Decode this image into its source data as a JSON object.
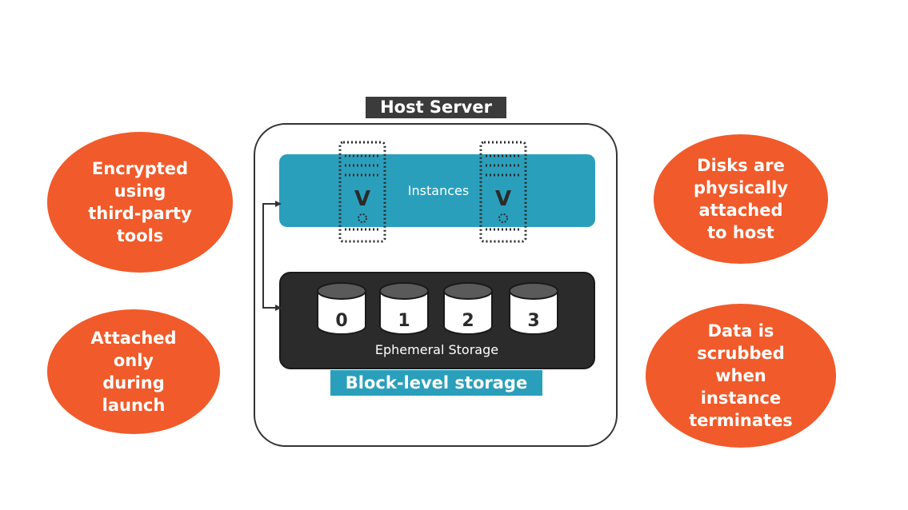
{
  "colors": {
    "orange": "#f15a2a",
    "teal": "#2a9fbc",
    "dark": "#2b2b2b"
  },
  "host_server": {
    "label": "Host Server"
  },
  "instances": {
    "label": "Instances",
    "servers": [
      {
        "glyph": "V"
      },
      {
        "glyph": "V"
      }
    ]
  },
  "ephemeral_storage": {
    "label": "Ephemeral Storage",
    "disks": [
      {
        "id": "0"
      },
      {
        "id": "1"
      },
      {
        "id": "2"
      },
      {
        "id": "3"
      }
    ]
  },
  "block_storage": {
    "label": "Block-level storage"
  },
  "callouts": {
    "left_top": {
      "lines": [
        "Encrypted",
        "using",
        "third-party",
        "tools"
      ]
    },
    "left_bottom": {
      "lines": [
        "Attached",
        "only",
        "during",
        "launch"
      ]
    },
    "right_top": {
      "lines": [
        "Disks are",
        "physically",
        "attached",
        "to host"
      ]
    },
    "right_bottom": {
      "lines": [
        "Data is",
        "scrubbed",
        "when",
        "instance",
        "terminates"
      ]
    }
  }
}
